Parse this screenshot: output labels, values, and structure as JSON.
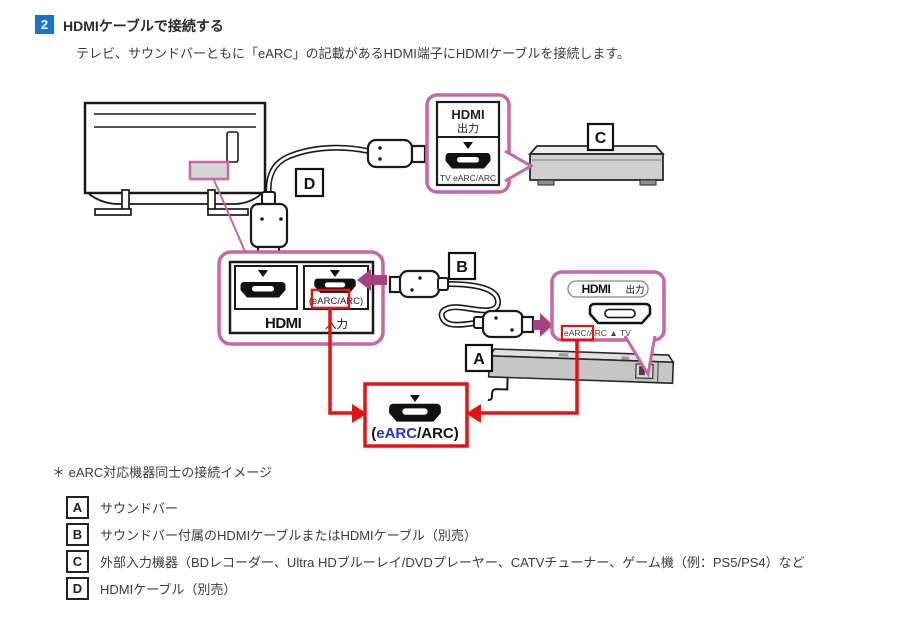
{
  "header": {
    "step_number": "2",
    "title": "HDMIケーブルで接続する",
    "subtitle": "テレビ、サウンドバーともに「eARC」の記載があるHDMI端子にHDMIケーブルを接続します。"
  },
  "colors": {
    "step_blue": "#1C72CE",
    "callout_pink": "#C9679E",
    "arrow_magenta": "#A8417F",
    "highlight_red": "#E81212",
    "earc_blue": "#2433CC"
  },
  "icons": {
    "port_marker": "▼"
  },
  "diagram": {
    "labels": {
      "a": "A",
      "b": "B",
      "c": "C",
      "d": "D"
    },
    "tv_output_callout": {
      "line1": "HDMI",
      "line2": "出力",
      "port_label": "TV eARC/ARC"
    },
    "tv_input_panel": {
      "logo": "HDMI",
      "logo_suffix": "入力",
      "port_label": "(eARC/ARC)"
    },
    "soundbar_callout": {
      "logo": "HDMI",
      "logo_suffix": "出力",
      "port_label": "eARC/ARC ▲ TV"
    },
    "detail_box": {
      "prefix": "(",
      "earc": "eARC",
      "suffix": "/ARC)"
    }
  },
  "footnote": "＊ eARC対応機器同士の接続イメージ",
  "legend": {
    "items": [
      {
        "key": "A",
        "label": "サウンドバー"
      },
      {
        "key": "B",
        "label": "サウンドバー付属のHDMIケーブルまたはHDMIケーブル（別売）"
      },
      {
        "key": "C",
        "label": "外部入力機器（BDレコーダー、Ultra HDブルーレイ/DVDプレーヤー、CATVチューナー、ゲーム機（例：PS5/PS4）など"
      },
      {
        "key": "D",
        "label": "HDMIケーブル（別売）"
      }
    ]
  }
}
